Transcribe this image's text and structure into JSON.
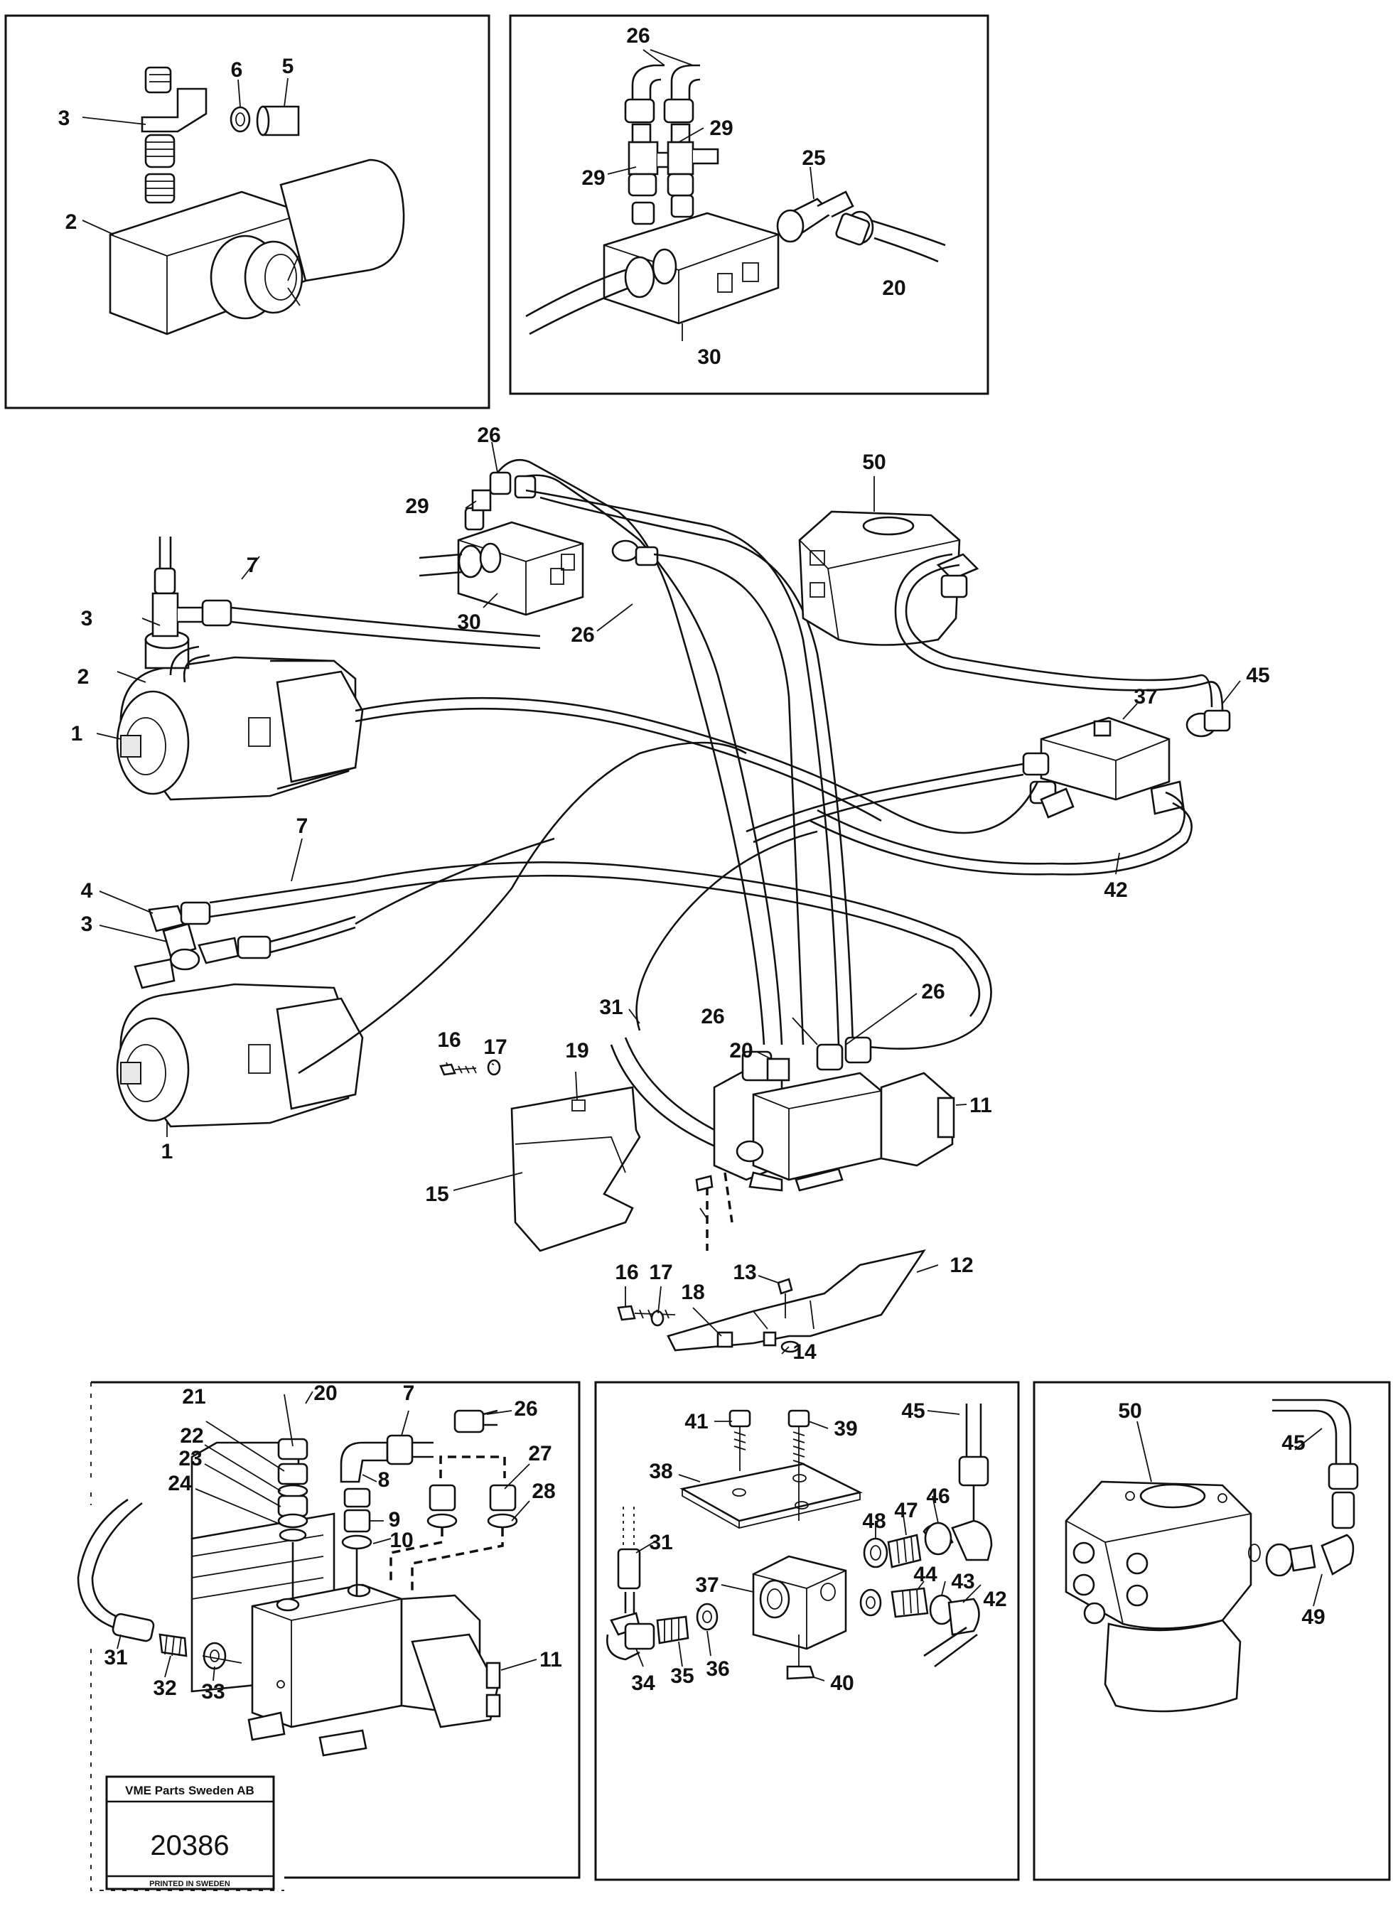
{
  "labels": {
    "p1": "1",
    "p2": "2",
    "p3": "3",
    "p4": "4",
    "p5": "5",
    "p6": "6",
    "p7": "7",
    "p8": "8",
    "p9": "9",
    "p10": "10",
    "p11": "11",
    "p12": "12",
    "p13": "13",
    "p14": "14",
    "p15": "15",
    "p16": "16",
    "p17": "17",
    "p18": "18",
    "p19": "19",
    "p20": "20",
    "p21": "21",
    "p22": "22",
    "p23": "23",
    "p24": "24",
    "p25": "25",
    "p26": "26",
    "p27": "27",
    "p28": "28",
    "p29": "29",
    "p30": "30",
    "p31": "31",
    "p32": "32",
    "p33": "33",
    "p34": "34",
    "p35": "35",
    "p36": "36",
    "p37": "37",
    "p38": "38",
    "p39": "39",
    "p40": "40",
    "p41": "41",
    "p42": "42",
    "p43": "43",
    "p44": "44",
    "p45": "45",
    "p46": "46",
    "p47": "47",
    "p48": "48",
    "p49": "49",
    "p50": "50"
  },
  "title_block": {
    "company": "VME Parts Sweden AB",
    "drawing_number": "20386",
    "printed": "PRINTED IN SWEDEN"
  }
}
